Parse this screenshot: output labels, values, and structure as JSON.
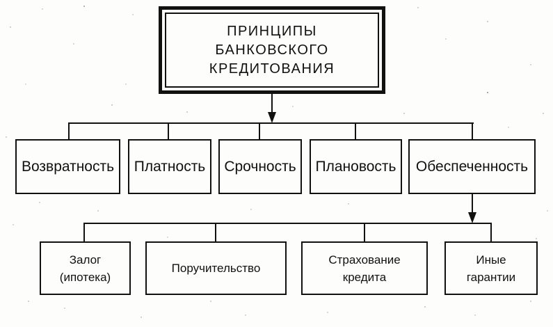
{
  "diagram": {
    "root": {
      "lines": [
        "ПРИНЦИПЫ",
        "БАНКОВСКОГО",
        "КРЕДИТОВАНИЯ"
      ]
    },
    "principles": [
      {
        "label": "Возвратность"
      },
      {
        "label": "Платность"
      },
      {
        "label": "Срочность"
      },
      {
        "label": "Плановость"
      },
      {
        "label": "Обеспеченность"
      }
    ],
    "security_forms": [
      {
        "lines": [
          "Залог",
          "(ипотека)"
        ]
      },
      {
        "lines": [
          "Поручительство",
          ""
        ]
      },
      {
        "lines": [
          "Страхование",
          "кредита"
        ]
      },
      {
        "lines": [
          "Иные",
          "гарантии"
        ]
      }
    ]
  },
  "colors": {
    "ink": "#111111",
    "paper": "#fdfdfb"
  }
}
